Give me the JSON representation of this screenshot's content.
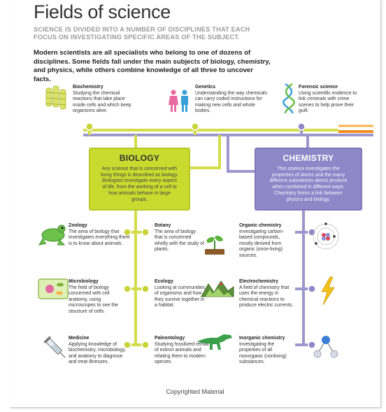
{
  "page": {
    "title": "Fields of science",
    "subtitle": "SCIENCE IS DIVIDED INTO A NUMBER OF DISCIPLINES THAT EACH FOCUS ON INVESTIGATING SPECIFIC AREAS OF THE SUBJECT.",
    "intro": "Modern scientists are all specialists who belong to one of dozens of disciplines. Some fields fall under the main subjects of biology, chemistry, and physics, while others combine knowledge of all three to uncover facts.",
    "footer": "Copyrighted Material"
  },
  "colors": {
    "biology": "#c9db2f",
    "chemistry": "#8f88c8",
    "physics": "#f28c1f",
    "line_yellow": "#d3dd4a",
    "line_purple": "#9c97cc"
  },
  "top_fields": [
    {
      "name": "Biochemistry",
      "text": "Studying the chemical reactions that take place inside cells and which keep organisms alive.",
      "icon": "dna-model-icon"
    },
    {
      "name": "Genetics",
      "text": "Understanding the way chemicals can carry coded instructions for making new cells and whole bodies.",
      "icon": "male-female-icon"
    },
    {
      "name": "Forensic science",
      "text": "Using scientific evidence to link criminals with crime scenes to help prove their guilt.",
      "icon": "dna-helix-icon"
    }
  ],
  "biology": {
    "title": "BIOLOGY",
    "text": "Any science that is concerned with living things is described as biology. Biologists investigate every aspect of life, from the working of a cell to how animals behave in large groups."
  },
  "chemistry": {
    "title": "CHEMISTRY",
    "text": "This science investigates the properties of atoms and the many different substances atoms produce when combined in different ways. Chemistry forms a link between physics and biology."
  },
  "bio_left": [
    {
      "name": "Zoology",
      "text": "The area of biology that investigates everything there is to know about animals.",
      "icon": "frog-icon"
    },
    {
      "name": "Microbiology",
      "text": "The field of biology concerned with cell anatomy, using microscopes to see the structure of cells.",
      "icon": "cell-icon"
    },
    {
      "name": "Medicine",
      "text": "Applying knowledge of biochemistry, microbiology, and anatomy to diagnose and treat illnesses.",
      "icon": "syringe-icon"
    }
  ],
  "bio_right": [
    {
      "name": "Botany",
      "text": "The area of biology that is concerned wholly with the study of plants.",
      "icon": "seedling-icon"
    },
    {
      "name": "Ecology",
      "text": "Looking at communities of organisms and how they survive together in a habitat.",
      "icon": "habitat-icon"
    },
    {
      "name": "Paleontology",
      "text": "Studying fossilized remains of extinct animals and relating them to modern species.",
      "icon": "dinosaur-icon"
    }
  ],
  "chem_fields": [
    {
      "name": "Organic chemistry",
      "text": "Investigating carbon-based compounds, mostly derived from organic (once-living) sources.",
      "icon": "atom-icon"
    },
    {
      "name": "Electrochemistry",
      "text": "A field of chemistry that uses the energy in chemical reactions to produce electric currents.",
      "icon": "lightning-icon"
    },
    {
      "name": "Inorganic chemistry",
      "text": "Investigating the properties of all nonorganic (nonliving) substances.",
      "icon": "molecule-icon"
    }
  ]
}
